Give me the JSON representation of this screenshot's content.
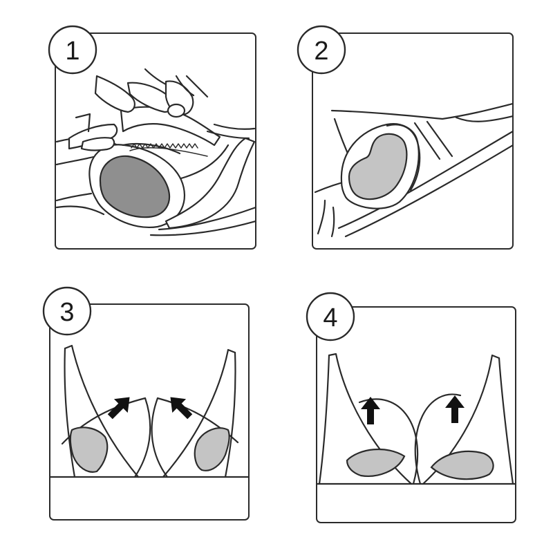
{
  "steps": [
    {
      "number": "1"
    },
    {
      "number": "2"
    },
    {
      "number": "3"
    },
    {
      "number": "4"
    }
  ],
  "colors": {
    "line": "#2a2a2a",
    "pad_dark": "#8f8f8f",
    "pad_light": "#c4c4c4",
    "arrow": "#111111",
    "background": "#ffffff"
  },
  "icons": [
    "up-right-arrow-icon",
    "up-left-arrow-icon",
    "up-arrow-icon"
  ]
}
